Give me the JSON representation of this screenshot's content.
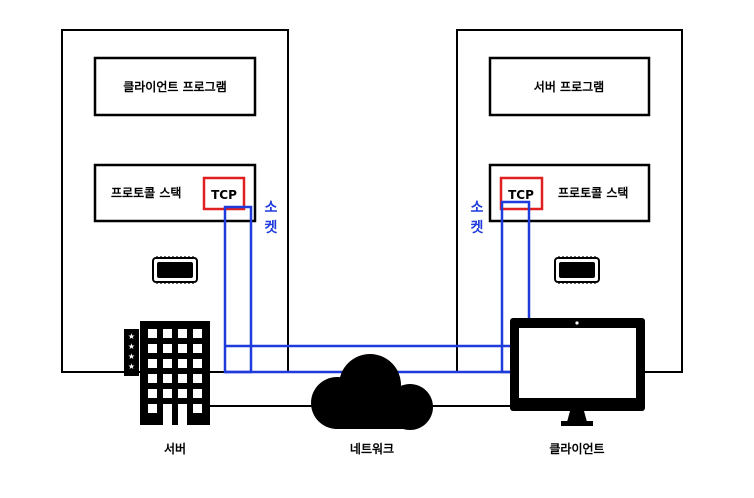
{
  "server_computer": {
    "program_label": "클라이언트 프로그램",
    "stack_label": "프로토콜 스택",
    "protocol_label": "TCP",
    "socket_chars": [
      "소",
      "켓"
    ]
  },
  "client_computer": {
    "program_label": "서버 프로그램",
    "stack_label": "프로토콜 스택",
    "protocol_label": "TCP",
    "socket_chars": [
      "소",
      "켓"
    ]
  },
  "bottom_labels": {
    "server": "서버",
    "network": "네트워크",
    "client": "클라이언트"
  },
  "colors": {
    "socket_blue": "#1f3bdb",
    "tcp_red": "#e02020",
    "outline": "#000000"
  },
  "icons": [
    "building-icon",
    "cloud-icon",
    "monitor-icon",
    "chip-icon"
  ]
}
